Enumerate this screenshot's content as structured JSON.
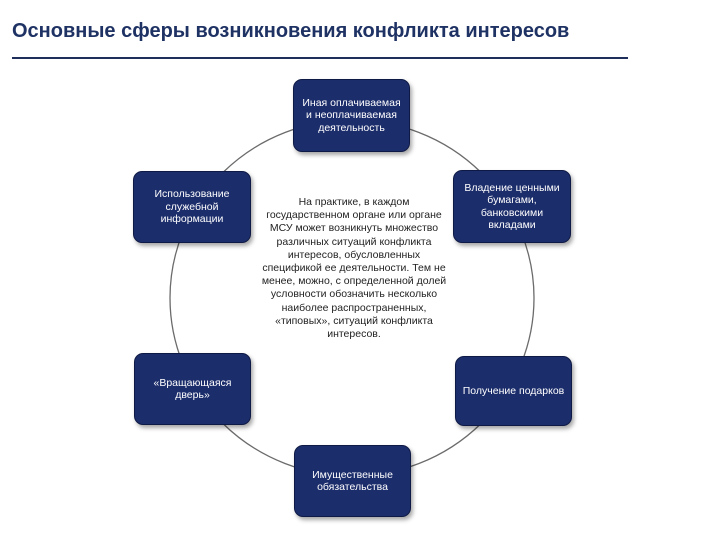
{
  "title": "Основные сферы возникновения конфликта интересов",
  "nodes": {
    "top": "Иная оплачиваемая и неоплачиваемая деятельность",
    "upper_right": "Владение ценными бумагами, банковскими вкладами",
    "lower_right": "Получение подарков",
    "bottom": "Имущественные обязательства",
    "lower_left": "«Вращающаяся дверь»",
    "upper_left": "Использование служебной информации"
  },
  "center_text": "На практике, в каждом государственном органе или органе МСУ может возникнуть множество различных ситуаций конфликта интересов, обусловленных спецификой ее деятельности. Тем не менее, можно, с определенной долей условности обозначить несколько наиболее распространенных, «типовых», ситуаций конфликта интересов.",
  "colors": {
    "title": "#1f3264",
    "box_fill": "#1c2d6b",
    "ring": "#6b6b6b"
  }
}
